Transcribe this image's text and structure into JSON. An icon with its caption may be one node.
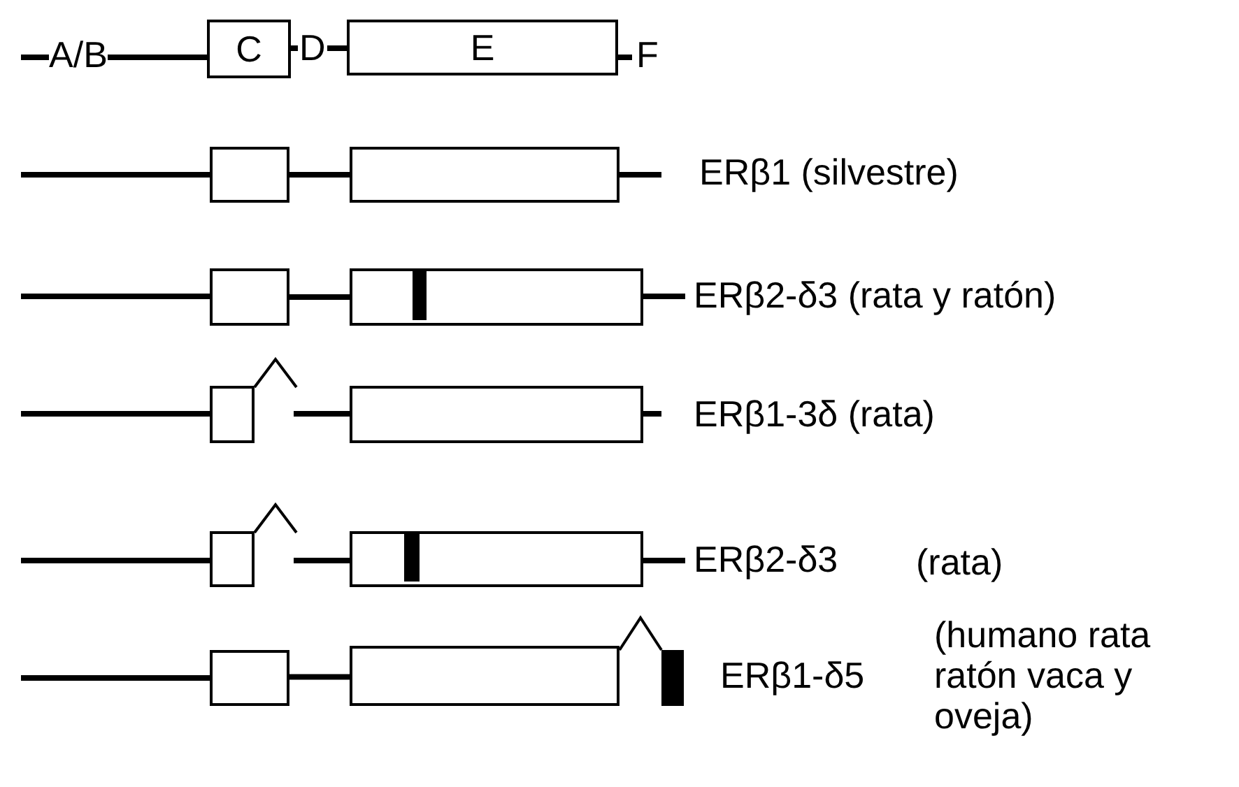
{
  "diagram": {
    "nodes": [
      {
        "text": [
          "C"
        ]
      },
      {
        "text": [
          "E"
        ]
      },
      {
        "text": [],
        "shape": "box"
      },
      {
        "text": [],
        "shape": "box"
      },
      {
        "text": [],
        "shape": "box"
      },
      {
        "text": [],
        "shape": "box"
      },
      {
        "text": [],
        "shape": "bar",
        "in": 5
      },
      {
        "text": [],
        "shape": "box"
      },
      {
        "text": [],
        "shape": "box"
      },
      {
        "text": [],
        "shape": "box"
      },
      {
        "text": [],
        "shape": "box"
      },
      {
        "text": [],
        "shape": "bar",
        "in": 10
      },
      {
        "text": [],
        "shape": "box"
      },
      {
        "text": [],
        "shape": "box"
      },
      {
        "text": [],
        "shape": "bar"
      }
    ],
    "edges": [
      {
        "from": 0,
        "to": 1,
        "arrow": "none",
        "label": "D"
      },
      {
        "from": 2,
        "to": 3,
        "arrow": "none"
      },
      {
        "from": 4,
        "to": 5,
        "arrow": "none"
      },
      {
        "from": 12,
        "to": 13,
        "arrow": "none"
      },
      {
        "from": 13,
        "to": 14,
        "arrow": "none"
      }
    ],
    "labels": [
      "A/B",
      "F",
      "ERβ1 (silvestre)",
      "ERβ2-δ3 (rata y ratón)",
      "ERβ1-3δ (rata)",
      "ERβ2-δ3",
      "(rata)",
      "ERβ1-δ5",
      "(humano rata ratón vaca y oveja)"
    ]
  }
}
